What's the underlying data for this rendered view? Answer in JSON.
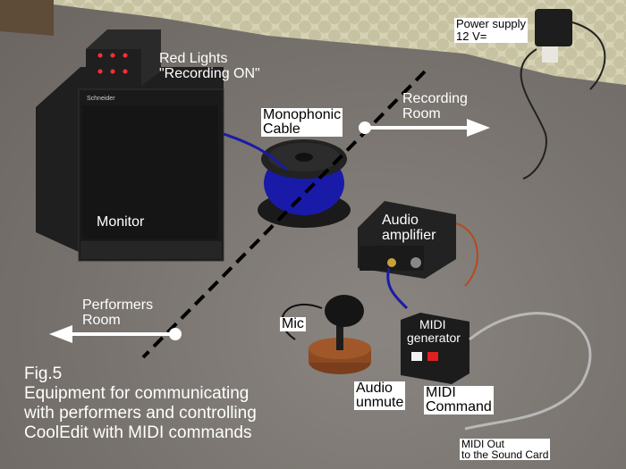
{
  "figure": {
    "fig_number": "Fig.5",
    "caption_lines": [
      "Equipment for communicating",
      "with performers and controlling",
      "CoolEdit with MIDI commands"
    ]
  },
  "labels": {
    "red_lights": [
      "Red Lights",
      "\"Recording ON\""
    ],
    "power_supply": [
      "Power supply",
      "12 V="
    ],
    "recording_room": [
      "Recording",
      "Room"
    ],
    "monophonic_cable": [
      "Monophonic",
      "Cable"
    ],
    "monitor": "Monitor",
    "audio_amplifier": [
      "Audio",
      "amplifier"
    ],
    "performers_room": [
      "Performers",
      "Room"
    ],
    "mic": "Mic",
    "midi_generator": [
      "MIDI",
      "generator"
    ],
    "audio_unmute": [
      "Audio",
      "unmute"
    ],
    "midi_command": [
      "MIDI",
      "Command"
    ],
    "midi_out": [
      "MIDI Out",
      "to the Sound Card"
    ]
  },
  "monitor_brand": "Schneider",
  "colors": {
    "carpet": "#77726d",
    "wall": "#d9d5b8",
    "arrow": "#ffffff",
    "boundary_line": "#000000",
    "cable": "#1a1aa8"
  }
}
